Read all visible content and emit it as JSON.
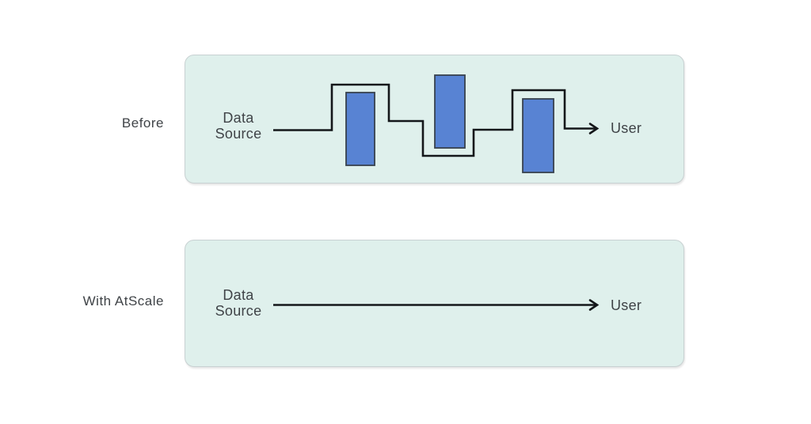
{
  "colors": {
    "panel-bg": "#dff0ec",
    "panel-border": "#c8d1d2",
    "block-fill": "#5883d3",
    "block-border": "#38414e",
    "line": "#14171a",
    "text": "#3f4347"
  },
  "diagram": {
    "rows": [
      {
        "label": "Before",
        "source": "Data Source",
        "target": "User",
        "barrier_count": 3,
        "path_style": "zigzag-around-barriers"
      },
      {
        "label": "With AtScale",
        "source": "Data Source",
        "target": "User",
        "barrier_count": 0,
        "path_style": "straight-arrow"
      }
    ]
  }
}
